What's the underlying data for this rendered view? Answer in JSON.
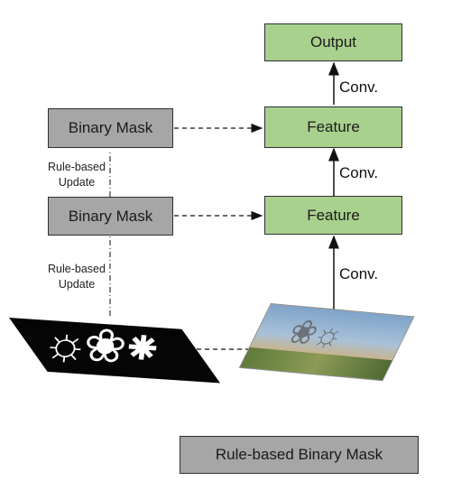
{
  "left_column": {
    "mask_top_label": "Binary Mask",
    "mask_mid_label": "Binary Mask",
    "update_top": [
      "Rule-based",
      "Update"
    ],
    "update_bottom": [
      "Rule-based",
      "Update"
    ]
  },
  "right_column": {
    "output_label": "Output",
    "feature_top_label": "Feature",
    "feature_mid_label": "Feature",
    "conv_labels": [
      "Conv.",
      "Conv.",
      "Conv."
    ]
  },
  "legend": {
    "label": "Rule-based Binary Mask"
  },
  "colors": {
    "gray_box": "#a6a6a6",
    "green_box": "#a9d18e"
  }
}
